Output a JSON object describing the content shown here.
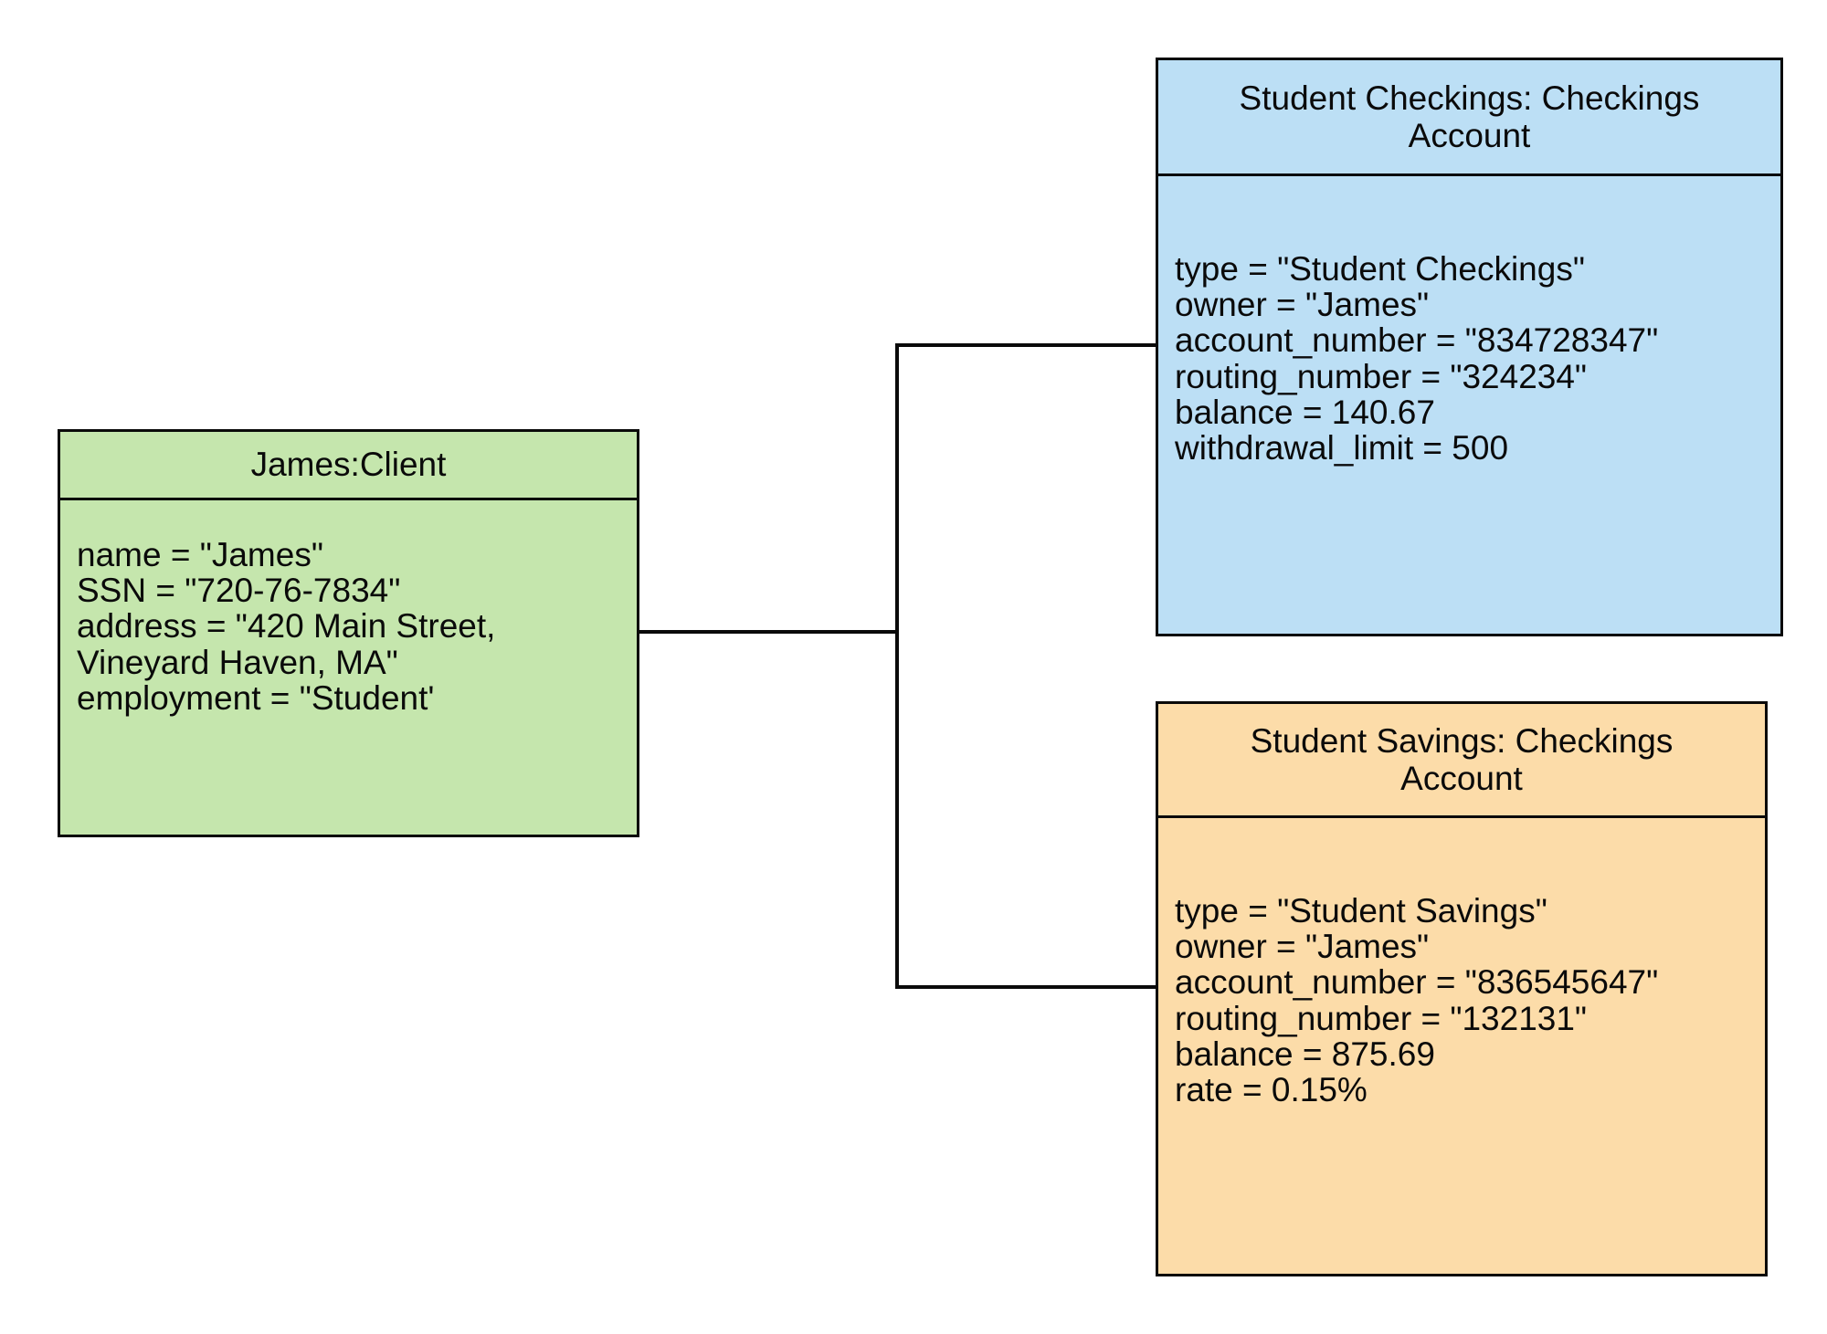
{
  "diagram": {
    "type": "uml-object-diagram",
    "background_color": "#ffffff",
    "line_color": "#0a0a0a"
  },
  "nodes": {
    "client": {
      "title": "James:Client",
      "fill_color": "#c5e6ad",
      "attributes": [
        "name = \"James\"",
        "SSN = \"720-76-7834\"",
        "address = \"420 Main Street,\nVineyard Haven, MA\"",
        "employment = \"Student'"
      ]
    },
    "checkings": {
      "title": "Student Checkings: Checkings\nAccount",
      "fill_color": "#bcdff5",
      "attributes": [
        "type = \"Student Checkings\"",
        "owner = \"James\"",
        "account_number = \"834728347\"",
        "routing_number = \"324234\"",
        "balance = 140.67",
        "withdrawal_limit = 500"
      ]
    },
    "savings": {
      "title": "Student Savings: Checkings\nAccount",
      "fill_color": "#fcdca9",
      "attributes": [
        "type = \"Student Savings\"",
        "owner = \"James\"",
        "account_number = \"836545647\"",
        "routing_number = \"132131\"",
        "balance = 875.69",
        "rate = 0.15%"
      ]
    }
  },
  "connectors": [
    {
      "from": "client",
      "to": "checkings",
      "style": "orthogonal-fork"
    },
    {
      "from": "client",
      "to": "savings",
      "style": "orthogonal-fork"
    }
  ]
}
